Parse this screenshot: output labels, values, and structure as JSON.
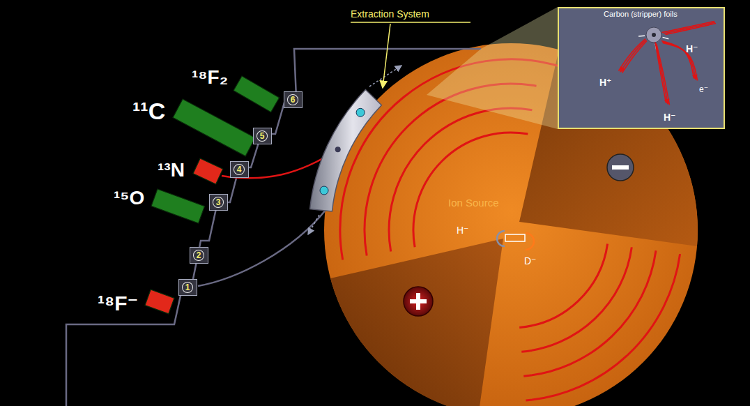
{
  "diagram": {
    "nodes": [
      {
        "text": [
          "Carbon (stripper) foils",
          "H⁻",
          "H⁺",
          "e⁻",
          "H⁻"
        ]
      },
      {
        "text": [
          "¹⁸F₂"
        ]
      },
      {
        "text": [
          "6"
        ]
      },
      {
        "text": [
          "¹¹C"
        ]
      },
      {
        "text": [
          "5"
        ]
      },
      {
        "text": [
          "¹³N"
        ]
      },
      {
        "text": [
          "4"
        ]
      },
      {
        "text": [
          "¹⁵O"
        ]
      },
      {
        "text": [
          "3"
        ]
      },
      {
        "text": [
          "2"
        ]
      },
      {
        "text": [
          "¹⁸F⁻"
        ]
      },
      {
        "text": [
          "1"
        ]
      }
    ],
    "labels": [
      "Extraction System",
      "Ion Source",
      "H⁻",
      "D⁻"
    ]
  }
}
